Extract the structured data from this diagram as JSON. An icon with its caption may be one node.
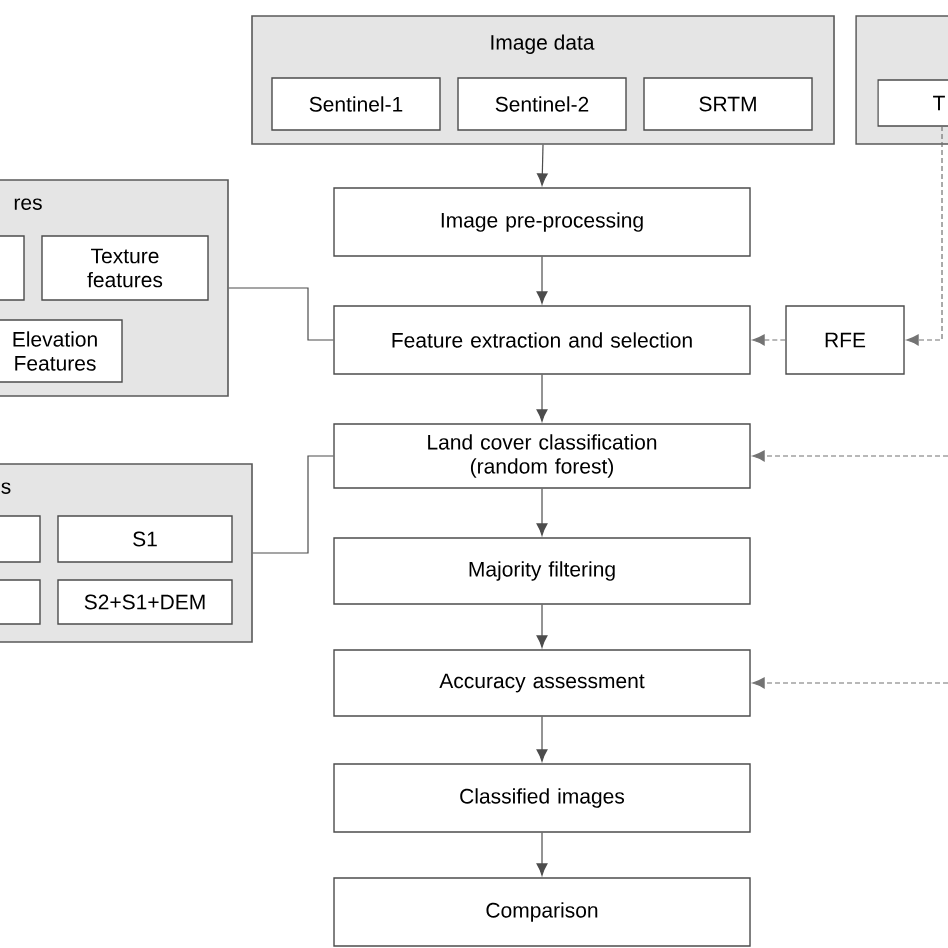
{
  "diagram": {
    "nodes": [
      {
        "text": [
          "Image data"
        ]
      },
      {
        "text": [
          "Sentinel-1"
        ],
        "in": 0
      },
      {
        "text": [
          "Sentinel-2"
        ],
        "in": 0
      },
      {
        "text": [
          "SRTM"
        ],
        "in": 0
      },
      {
        "text": [],
        "shape": "box"
      },
      {
        "text": [
          "T"
        ],
        "in": 4
      },
      {
        "text": [
          "res"
        ]
      },
      {
        "text": [],
        "shape": "box",
        "in": 6
      },
      {
        "text": [
          "Texture features"
        ],
        "in": 6
      },
      {
        "text": [
          "Elevation Features"
        ],
        "in": 6
      },
      {
        "text": [
          "Image pre-processing"
        ]
      },
      {
        "text": [
          "Feature extraction and selection"
        ]
      },
      {
        "text": [
          "RFE"
        ]
      },
      {
        "text": [
          "s"
        ]
      },
      {
        "text": [],
        "shape": "box",
        "in": 13
      },
      {
        "text": [
          "S1"
        ],
        "in": 13
      },
      {
        "text": [],
        "shape": "box",
        "in": 13
      },
      {
        "text": [
          "S2+S1+DEM"
        ],
        "in": 13
      },
      {
        "text": [
          "Land cover classification (random forest)"
        ]
      },
      {
        "text": [
          "Majority filtering"
        ]
      },
      {
        "text": [
          "Accuracy assessment"
        ]
      },
      {
        "text": [
          "Classified images"
        ]
      },
      {
        "text": [
          "Comparison"
        ]
      }
    ],
    "edges": [
      {
        "from": 0,
        "to": 10,
        "arrow": "to"
      },
      {
        "from": 10,
        "to": 11,
        "arrow": "to"
      },
      {
        "from": 12,
        "to": 11,
        "arrow": "to",
        "style": "dashed"
      },
      {
        "from": 5,
        "to": 12,
        "arrow": "to",
        "style": "dashed"
      },
      {
        "from": 6,
        "to": 11,
        "arrow": "none"
      },
      {
        "from": 11,
        "to": 18,
        "arrow": "to"
      },
      {
        "from": 13,
        "to": 18,
        "arrow": "none"
      },
      {
        "from": null,
        "to": 18,
        "arrow": "to",
        "style": "dashed"
      },
      {
        "from": 18,
        "to": 19,
        "arrow": "to"
      },
      {
        "from": 19,
        "to": 20,
        "arrow": "to"
      },
      {
        "from": null,
        "to": 20,
        "arrow": "to",
        "style": "dashed"
      },
      {
        "from": 20,
        "to": 21,
        "arrow": "to"
      },
      {
        "from": 21,
        "to": 22,
        "arrow": "to"
      }
    ]
  }
}
